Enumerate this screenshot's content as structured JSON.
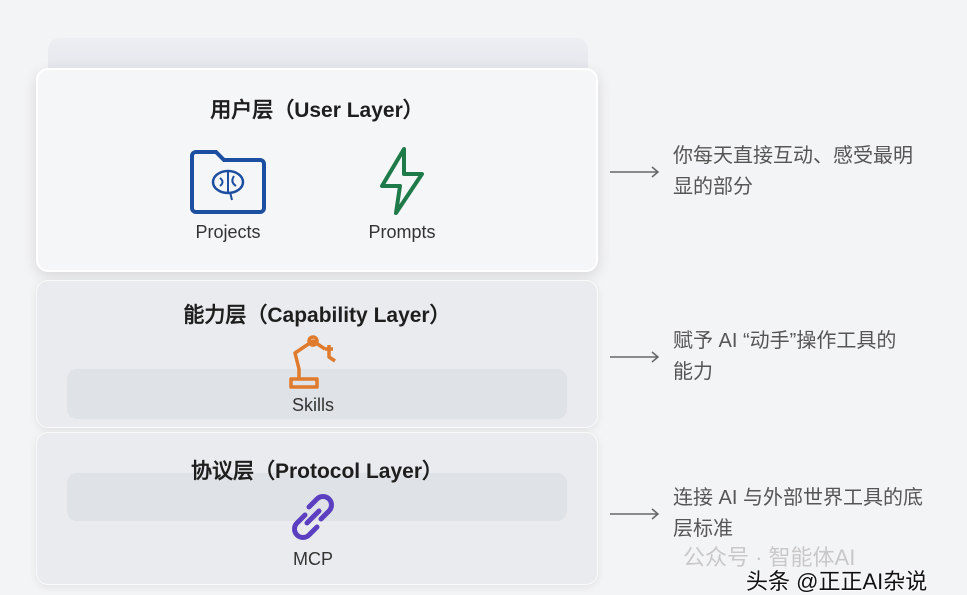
{
  "layers": [
    {
      "title": "用户层（User Layer）",
      "items": [
        {
          "label": "Projects",
          "icon": "brain-folder-icon",
          "color": "#1d4fa0"
        },
        {
          "label": "Prompts",
          "icon": "lightning-icon",
          "color": "#1f7a4a"
        }
      ],
      "description": "你每天直接互动、感受最明显的部分"
    },
    {
      "title": "能力层（Capability Layer）",
      "items": [
        {
          "label": "Skills",
          "icon": "robot-arm-icon",
          "color": "#e07a2c"
        }
      ],
      "description": "赋予 AI “动手”操作工具的能力"
    },
    {
      "title": "协议层（Protocol Layer）",
      "items": [
        {
          "label": "MCP",
          "icon": "link-icon",
          "color": "#5b3fc0"
        }
      ],
      "description": "连接 AI 与外部世界工具的底层标准"
    }
  ],
  "watermark": {
    "wechat": "公众号 · 智能体AI",
    "toutiao": "头条 @正正AI杂说"
  }
}
